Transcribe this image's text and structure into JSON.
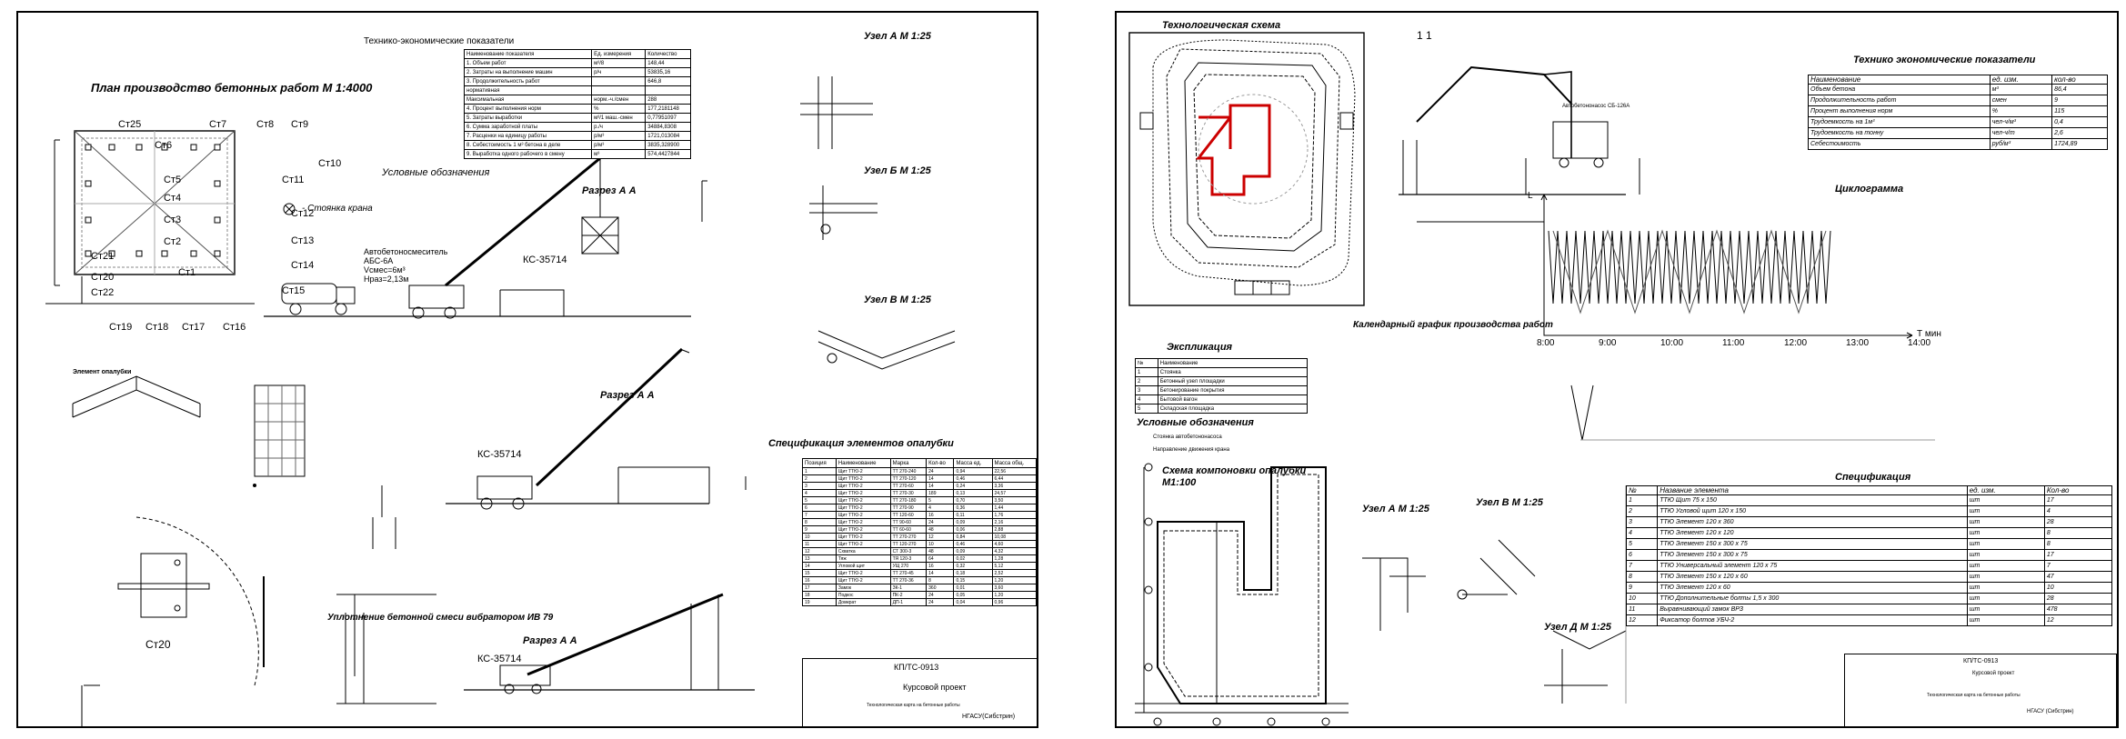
{
  "left": {
    "plan_title": "План производство бетонных работ М 1:4000",
    "crane_stops": [
      "Ст25",
      "Ст6",
      "Ст7",
      "Ст8",
      "Ст9",
      "Ст10",
      "Ст5",
      "Ст4",
      "Ст3",
      "Ст2",
      "Ст1",
      "Ст11",
      "Ст12",
      "Ст13",
      "Ст14",
      "Ст15",
      "Ст19",
      "Ст18",
      "Ст17",
      "Ст16",
      "Ст21",
      "Ст20",
      "Ст22"
    ],
    "tep_title": "Технико-экономические показатели",
    "tep_headers": [
      "Наименование показателя",
      "Ед. измерения",
      "Количество"
    ],
    "tep_rows": [
      [
        "1. Объем работ",
        "м³/8",
        "148,44"
      ],
      [
        "2. Затраты на выполнение машин",
        "р/ч",
        "53835,16"
      ],
      [
        "3. Продолжительность работ",
        "",
        "646,8"
      ],
      [
        "нормативная",
        "",
        ""
      ],
      [
        "Максимальная",
        "норм.-ч./смен",
        "288"
      ],
      [
        "4. Процент выполнения норм",
        "%",
        "177,2181148"
      ],
      [
        "5. Затраты выработки",
        "м³/1 маш.-смен",
        "0,77951097"
      ],
      [
        "6. Сумма заработной платы",
        "р./ч",
        "34884,8308"
      ],
      [
        "7. Расценки на единицу работы",
        "р/м³",
        "1721,013084"
      ],
      [
        "8. Себестоимость 1 м³ бетона в деле",
        "р/м³",
        "3835,328900"
      ],
      [
        "9. Выработка одного рабочего в смену",
        "м³",
        "574,4427844"
      ]
    ],
    "legend_title": "Условные обозначения",
    "legend_item": "- Стоянка крана",
    "section_aa_1": "Разрез А А",
    "section_aa_2": "Разрез А      А",
    "section_aa_3": "Разрез А      А",
    "mixer_label": "Автобетоносмеситель\nАБС-6А\nVсмес=6м³\nHраз=2,13м",
    "crane_1": "КС-35714",
    "crane_2": "КС-35714",
    "crane_3": "КС-35714",
    "formwork_title": "Элемент опалубки",
    "vibrator_title": "Уплотнение бетонной смеси вибратором ИВ 79",
    "stop_big": "Ст20",
    "node_a": "Узел А М 1:25",
    "node_b": "Узел Б М 1:25",
    "node_v": "Узел В М 1:25",
    "spec_title": "Спецификация элементов опалубки",
    "spec_headers": [
      "Позиция",
      "Наименование",
      "Марка",
      "Кол-во",
      "Масса ед.",
      "Масса общ."
    ],
    "spec_rows": [
      [
        "1",
        "Щит ТТЮ-2",
        "ТТ 270-240",
        "24",
        "0,94",
        "22,56"
      ],
      [
        "2",
        "Щит ТТЮ-2",
        "ТТ 270-120",
        "14",
        "0,46",
        "6,44"
      ],
      [
        "3",
        "Щит ТТЮ-2",
        "ТТ 270-60",
        "14",
        "0,24",
        "3,36"
      ],
      [
        "4",
        "Щит ТТЮ-2",
        "ТТ 270-30",
        "189",
        "0,13",
        "24,57"
      ],
      [
        "5",
        "Щит ТТЮ-2",
        "ТТ 270-180",
        "5",
        "0,70",
        "3,50"
      ],
      [
        "6",
        "Щит ТТЮ-2",
        "ТТ 270-90",
        "4",
        "0,36",
        "1,44"
      ],
      [
        "7",
        "Щит ТТЮ-2",
        "ТТ 120-60",
        "16",
        "0,11",
        "1,76"
      ],
      [
        "8",
        "Щит ТТЮ-2",
        "ТТ 90-60",
        "24",
        "0,09",
        "2,16"
      ],
      [
        "9",
        "Щит ТТЮ-2",
        "ТТ 60-60",
        "48",
        "0,06",
        "2,88"
      ],
      [
        "10",
        "Щит ТТЮ-2",
        "ТТ 270-270",
        "12",
        "0,84",
        "10,08"
      ],
      [
        "11",
        "Щит ТТЮ-2",
        "ТТ 120-270",
        "10",
        "0,46",
        "4,60"
      ],
      [
        "12",
        "Схватка",
        "СТ 300-3",
        "48",
        "0,09",
        "4,32"
      ],
      [
        "13",
        "Тяж",
        "ТЯ 120-3",
        "64",
        "0,02",
        "1,28"
      ],
      [
        "14",
        "Угловой щит",
        "УЩ 270",
        "16",
        "0,32",
        "5,12"
      ],
      [
        "15",
        "Щит ТТЮ-2",
        "ТТ 270-45",
        "14",
        "0,18",
        "2,52"
      ],
      [
        "16",
        "Щит ТТЮ-2",
        "ТТ 270-36",
        "8",
        "0,15",
        "1,20"
      ],
      [
        "17",
        "Замок",
        "ЗК-1",
        "360",
        "0,01",
        "3,60"
      ],
      [
        "18",
        "Подкос",
        "ПК-2",
        "24",
        "0,05",
        "1,20"
      ],
      [
        "19",
        "Домкрат",
        "ДП-1",
        "24",
        "0,04",
        "0,96"
      ]
    ],
    "stamp_code": "КП/ТС-0913",
    "stamp_title": "Курсовой проект",
    "stamp_sub": "Технологическая карта на бетонные работы",
    "stamp_org": "НГАСУ(Сибстрин)"
  },
  "right": {
    "scheme_title": "Технологическая схема",
    "section_11": "1 1",
    "pump_label": "Автобетононасос СБ-126А",
    "tep_title": "Технико экономические показатели",
    "tep_headers": [
      "Наименование",
      "ед. изм.",
      "кол-во"
    ],
    "tep_rows": [
      [
        "Объем бетона",
        "м³",
        "86,4"
      ],
      [
        "Продолжительность работ",
        "смен",
        "9"
      ],
      [
        "Процент выполнения норм",
        "%",
        "115"
      ],
      [
        "Трудоемкость на 1м³",
        "чел-ч/м³",
        "0,4"
      ],
      [
        "Трудоемкость на тонну",
        "чел-ч/т",
        "2,6"
      ],
      [
        "Себестоимость",
        "руб/м³",
        "1724,89"
      ]
    ],
    "cycle_title": "Циклограмма",
    "cycle_y": "L",
    "cycle_x": "Т мин",
    "times": [
      "8:00",
      "9:00",
      "10:00",
      "11:00",
      "12:00",
      "13:00",
      "14:00"
    ],
    "calendar_title": "Календарный график производства работ",
    "explication_title": "Экспликация",
    "explication_headers": [
      "№",
      "Наименование"
    ],
    "explication_rows": [
      [
        "1",
        "Стоянка"
      ],
      [
        "2",
        "Бетонный узел площадки"
      ],
      [
        "3",
        "Бетонирование покрытия"
      ],
      [
        "4",
        "Бытовой вагон"
      ],
      [
        "5",
        "Складская площадка"
      ]
    ],
    "legend_title": "Условные обозначения",
    "legend_items": [
      "Стоянка автобетононасоса",
      "Направление движения крана"
    ],
    "formwork_title": "Схема компоновки опалубки\nМ1:100",
    "node_a": "Узел А М 1:25",
    "node_v": "Узел В М 1:25",
    "node_d": "Узел Д М 1:25",
    "spec_title": "Спецификация",
    "spec_headers": [
      "№",
      "Название элемента",
      "ед. изм.",
      "Кол-во"
    ],
    "spec_rows": [
      [
        "1",
        "ТТЮ Щит 75 х 150",
        "шт",
        "17"
      ],
      [
        "2",
        "ТТЮ Угловой щит 120 х 150",
        "шт",
        "4"
      ],
      [
        "3",
        "ТТЮ Элемент 120 х 360",
        "шт",
        "28"
      ],
      [
        "4",
        "ТТЮ Элемент 120 х 120",
        "шт",
        "8"
      ],
      [
        "5",
        "ТТЮ Элемент 150 х 300 х 75",
        "шт",
        "8"
      ],
      [
        "6",
        "ТТЮ Элемент 150 х 300 х 75",
        "шт",
        "17"
      ],
      [
        "7",
        "ТТЮ Универсальный элемент 120 х 75",
        "шт",
        "7"
      ],
      [
        "8",
        "ТТЮ Элемент 150 х 120 х 60",
        "шт",
        "47"
      ],
      [
        "9",
        "ТТЮ Элемент 120 х 60",
        "шт",
        "10"
      ],
      [
        "10",
        "ТТЮ Дополнительные болты 1,5 х 300",
        "шт",
        "28"
      ],
      [
        "11",
        "Выравнивающий замок ВРЗ",
        "шт",
        "478"
      ],
      [
        "12",
        "Фиксатор болтов УБЧ-2",
        "шт",
        "12"
      ]
    ],
    "stamp_code": "КП/ТС-0913",
    "stamp_title": "Курсовой проект",
    "stamp_sub": "Технологическая карта на бетонные работы",
    "stamp_org": "НГАСУ (Сибстрин)"
  }
}
